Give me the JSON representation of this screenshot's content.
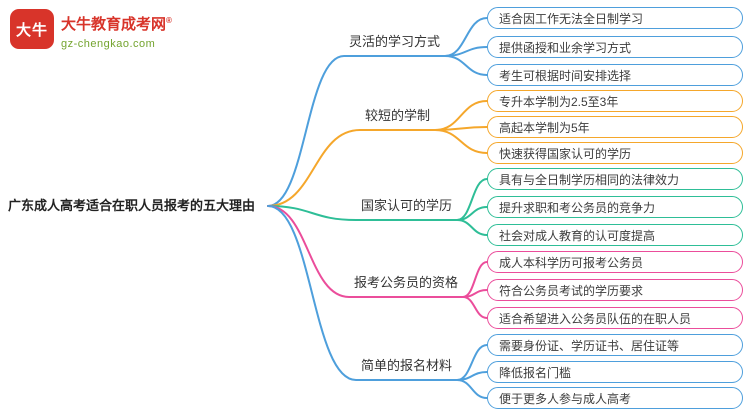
{
  "logo": {
    "icon_text": "大牛",
    "site_name": "大牛教育成考网",
    "reg_mark": "®",
    "site_url": "gz-chengkao.com"
  },
  "colors": {
    "brand_red": "#d8342a",
    "url_green": "#74a42f"
  },
  "mindmap": {
    "root": "广东成人高考适合在职人员报考的五大理由",
    "branches": [
      {
        "label": "灵活的学习方式",
        "color": "#4e9fdc",
        "children": [
          "适合因工作无法全日制学习",
          "提供函授和业余学习方式",
          "考生可根据时间安排选择"
        ]
      },
      {
        "label": "较短的学制",
        "color": "#f5a72b",
        "children": [
          "专升本学制为2.5至3年",
          "高起本学制为5年",
          "快速获得国家认可的学历"
        ]
      },
      {
        "label": "国家认可的学历",
        "color": "#2ebe97",
        "children": [
          "具有与全日制学历相同的法律效力",
          "提升求职和考公务员的竞争力",
          "社会对成人教育的认可度提高"
        ]
      },
      {
        "label": "报考公务员的资格",
        "color": "#eb4d9b",
        "children": [
          "成人本科学历可报考公务员",
          "符合公务员考试的学历要求",
          "适合希望进入公务员队伍的在职人员"
        ]
      },
      {
        "label": "简单的报名材料",
        "color": "#4e9fdc",
        "children": [
          "需要身份证、学历证书、居住证等",
          "降低报名门槛",
          "便于更多人参与成人高考"
        ]
      }
    ]
  }
}
